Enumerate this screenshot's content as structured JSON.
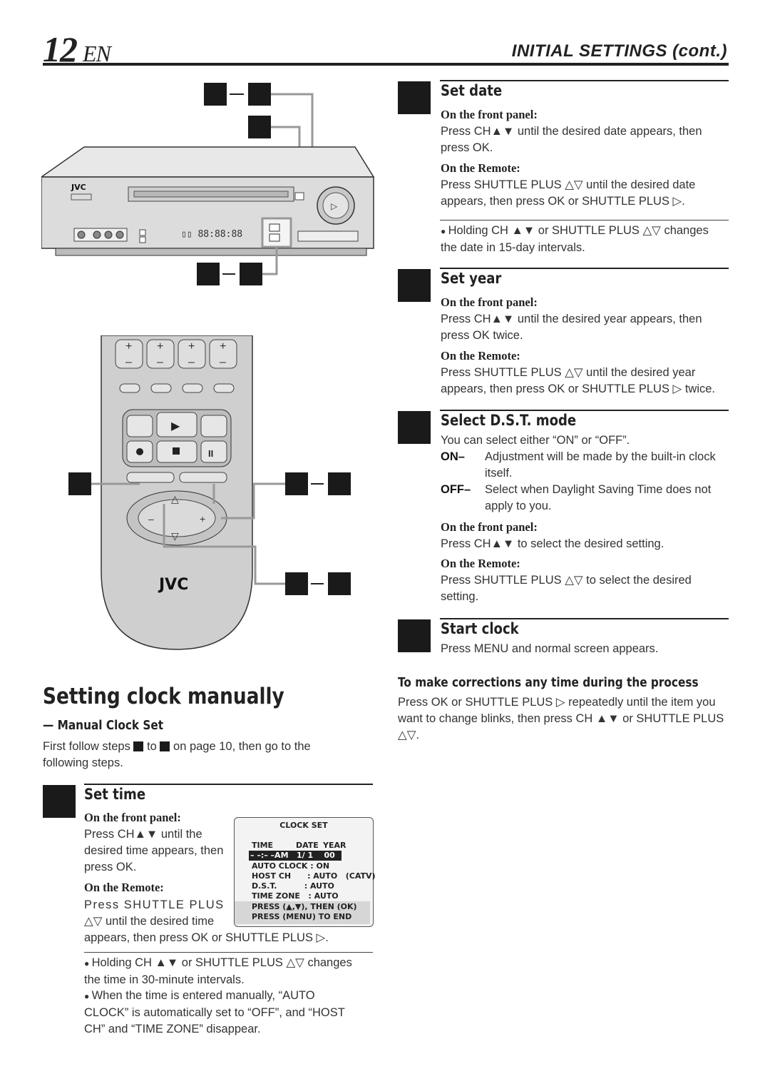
{
  "header": {
    "page_number": "12",
    "lang": "EN",
    "running_title": "INITIAL SETTINGS (cont.)"
  },
  "device": {
    "vcr_brand": "JVC",
    "remote_brand": "JVC"
  },
  "intro": {
    "title": "Setting clock manually",
    "subtitle": "— Manual Clock Set",
    "text_before": "First follow steps",
    "text_mid": "to",
    "text_after": "on page 10, then go to the following steps."
  },
  "set_time": {
    "title": "Set time",
    "front_label": "On the front panel:",
    "front_text": "Press CH▲▼ until the desired time appears, then press OK.",
    "remote_label": "On the Remote:",
    "remote_text_1": "Press SHUTTLE PLUS",
    "remote_text_2": "△▽ until the desired time",
    "remote_text_3": "appears, then press OK or SHUTTLE PLUS ▷.",
    "note_1": "Holding CH ▲▼ or SHUTTLE PLUS △▽ changes the time in 30-minute intervals.",
    "note_2": "When the time is entered manually, “AUTO CLOCK” is automatically set to “OFF”, and “HOST CH” and “TIME ZONE” disappear."
  },
  "osd": {
    "title": "CLOCK SET",
    "col_time": "TIME",
    "col_date": "DATE",
    "col_year": "YEAR",
    "value_row": "– –:– –AM   1/ 1    00",
    "line_auto_clock": "AUTO CLOCK : ON",
    "line_host_ch": "HOST CH      : AUTO   (CATV)",
    "line_dst": "D.S.T.          : AUTO",
    "line_time_zone": "TIME ZONE   : AUTO",
    "line_press_1": "PRESS (▲,▼), THEN (OK)",
    "line_press_2": "PRESS (MENU) TO END"
  },
  "set_date": {
    "title": "Set date",
    "front_label": "On the front panel:",
    "front_text": "Press CH▲▼ until the desired date appears, then press OK.",
    "remote_label": "On the Remote:",
    "remote_text": "Press SHUTTLE PLUS △▽ until the desired date appears, then press OK or SHUTTLE PLUS ▷.",
    "note": "Holding CH ▲▼ or SHUTTLE PLUS △▽ changes the date in 15-day intervals."
  },
  "set_year": {
    "title": "Set year",
    "front_label": "On the front panel:",
    "front_text": "Press CH▲▼ until the desired year appears, then press OK twice.",
    "remote_label": "On the Remote:",
    "remote_text": "Press SHUTTLE PLUS △▽ until the desired year appears, then press OK or SHUTTLE PLUS ▷ twice."
  },
  "select_dst": {
    "title": "Select D.S.T. mode",
    "intro": "You can select either “ON” or “OFF”.",
    "on_term": "ON–",
    "on_text": "Adjustment will be made by the built-in clock itself.",
    "off_term": "OFF–",
    "off_text": "Select when Daylight Saving Time does not apply to you.",
    "front_label": "On the front panel:",
    "front_text": "Press CH▲▼ to select the desired setting.",
    "remote_label": "On the Remote:",
    "remote_text": "Press SHUTTLE PLUS △▽ to select the desired setting."
  },
  "start_clock": {
    "title": "Start clock",
    "text": "Press MENU and normal screen appears."
  },
  "corrections": {
    "title": "To make corrections any time during the process",
    "text": "Press OK or SHUTTLE PLUS ▷ repeatedly until the item you want to change blinks, then press CH ▲▼ or SHUTTLE PLUS △▽."
  }
}
